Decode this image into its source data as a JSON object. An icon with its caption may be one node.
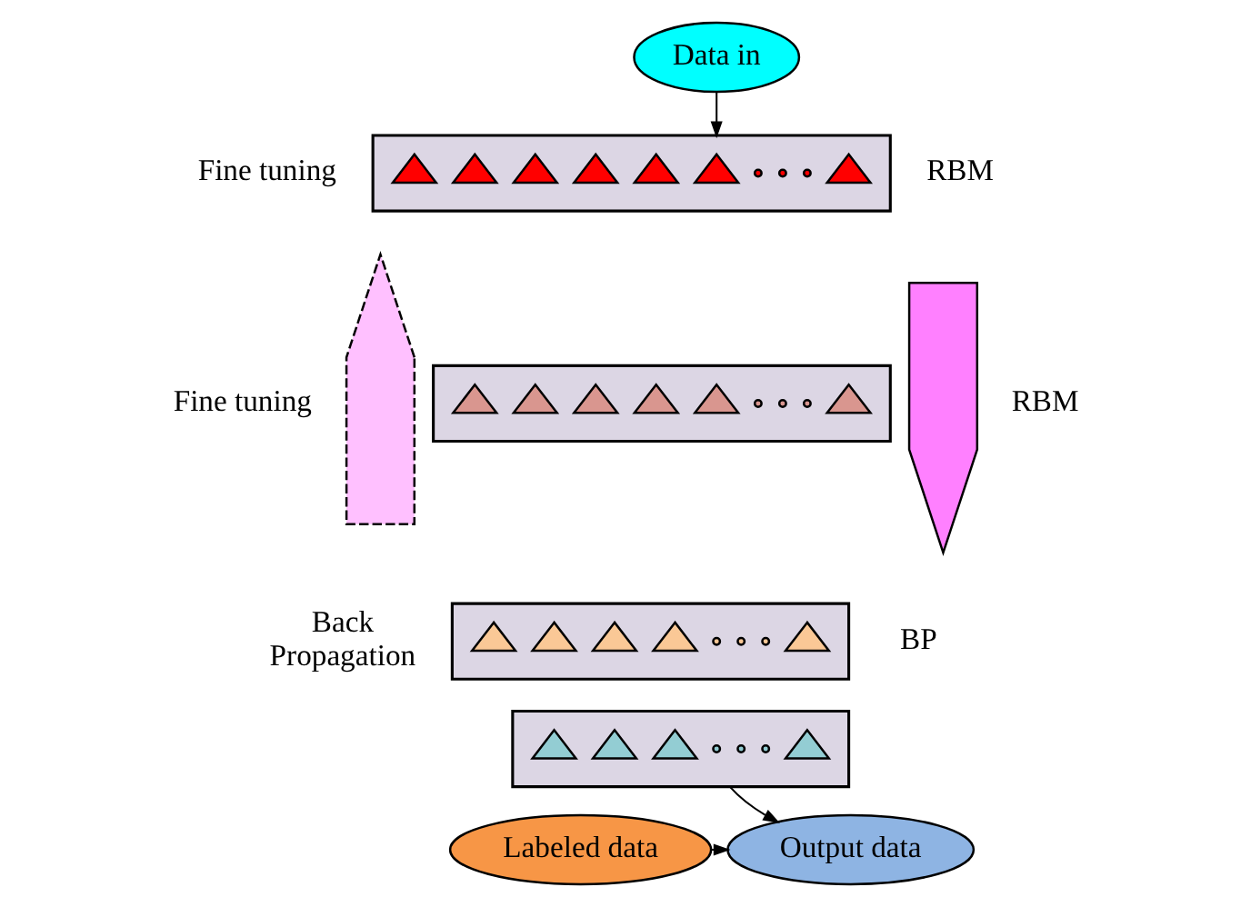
{
  "diagram": {
    "nodes": [
      {
        "text": [
          "Data in"
        ]
      },
      {
        "text": [],
        "shape": "box"
      },
      {
        "text": [],
        "shape": "triangle",
        "in": 1
      },
      {
        "text": [],
        "shape": "triangle",
        "in": 1
      },
      {
        "text": [],
        "shape": "triangle",
        "in": 1
      },
      {
        "text": [],
        "shape": "triangle",
        "in": 1
      },
      {
        "text": [],
        "shape": "triangle",
        "in": 1
      },
      {
        "text": [],
        "shape": "triangle",
        "in": 1
      },
      {
        "text": [],
        "shape": "circle",
        "in": 1
      },
      {
        "text": [],
        "shape": "circle",
        "in": 1
      },
      {
        "text": [],
        "shape": "circle",
        "in": 1
      },
      {
        "text": [],
        "shape": "triangle",
        "in": 1
      },
      {
        "text": [],
        "shape": "box"
      },
      {
        "text": [],
        "shape": "triangle",
        "in": 12
      },
      {
        "text": [],
        "shape": "triangle",
        "in": 12
      },
      {
        "text": [],
        "shape": "triangle",
        "in": 12
      },
      {
        "text": [],
        "shape": "triangle",
        "in": 12
      },
      {
        "text": [],
        "shape": "triangle",
        "in": 12
      },
      {
        "text": [],
        "shape": "circle",
        "in": 12
      },
      {
        "text": [],
        "shape": "circle",
        "in": 12
      },
      {
        "text": [],
        "shape": "circle",
        "in": 12
      },
      {
        "text": [],
        "shape": "triangle",
        "in": 12
      },
      {
        "text": [],
        "shape": "box"
      },
      {
        "text": [],
        "shape": "triangle",
        "in": 22
      },
      {
        "text": [],
        "shape": "triangle",
        "in": 22
      },
      {
        "text": [],
        "shape": "triangle",
        "in": 22
      },
      {
        "text": [],
        "shape": "triangle",
        "in": 22
      },
      {
        "text": [],
        "shape": "circle",
        "in": 22
      },
      {
        "text": [],
        "shape": "circle",
        "in": 22
      },
      {
        "text": [],
        "shape": "circle",
        "in": 22
      },
      {
        "text": [],
        "shape": "triangle",
        "in": 22
      },
      {
        "text": [],
        "shape": "box"
      },
      {
        "text": [],
        "shape": "triangle",
        "in": 31
      },
      {
        "text": [],
        "shape": "triangle",
        "in": 31
      },
      {
        "text": [],
        "shape": "triangle",
        "in": 31
      },
      {
        "text": [],
        "shape": "circle",
        "in": 31
      },
      {
        "text": [],
        "shape": "circle",
        "in": 31
      },
      {
        "text": [],
        "shape": "circle",
        "in": 31
      },
      {
        "text": [],
        "shape": "triangle",
        "in": 31
      },
      {
        "text": [
          "Output data"
        ]
      },
      {
        "text": [
          "Labeled data"
        ]
      },
      {
        "text": [],
        "shape": "arrow"
      },
      {
        "text": [],
        "shape": "arrow"
      }
    ],
    "edges": [
      {
        "from": 0,
        "to": 1,
        "arrow": "to"
      },
      {
        "from": 31,
        "to": 39,
        "arrow": "to"
      },
      {
        "from": 40,
        "to": 39,
        "arrow": "to"
      }
    ],
    "labels": [
      "Fine tuning",
      "RBM",
      "Fine tuning",
      "RBM",
      "Back Propagation",
      "BP"
    ]
  }
}
